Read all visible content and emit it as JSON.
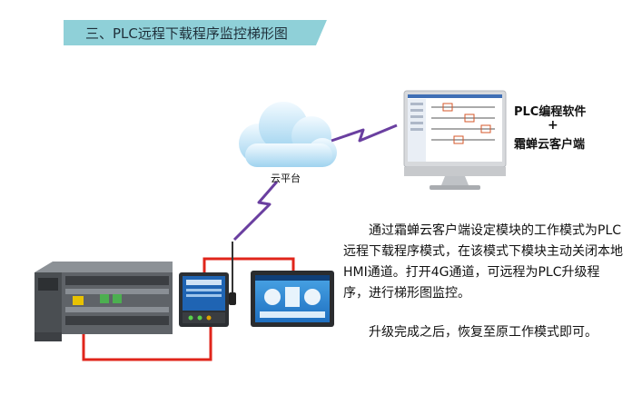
{
  "banner": {
    "title": "三、PLC远程下载程序监控梯形图"
  },
  "cloud": {
    "label": "云平台"
  },
  "software": {
    "line1": "PLC编程软件",
    "line2": "+",
    "line3": "霜蝉云客户端"
  },
  "description": {
    "p1": "通过霜蝉云客户端设定模块的工作模式为PLC远程下载程序模式，在该模式下模块主动关闭本地HMI通道。打开4G通道，可远程为PLC升级程序，进行梯形图监控。",
    "p2": "升级完成之后，恢复至原工作模式即可。"
  },
  "colors": {
    "banner": "#8fd0d8",
    "link": "#e0251b",
    "wireless": "#6a3fa0"
  }
}
